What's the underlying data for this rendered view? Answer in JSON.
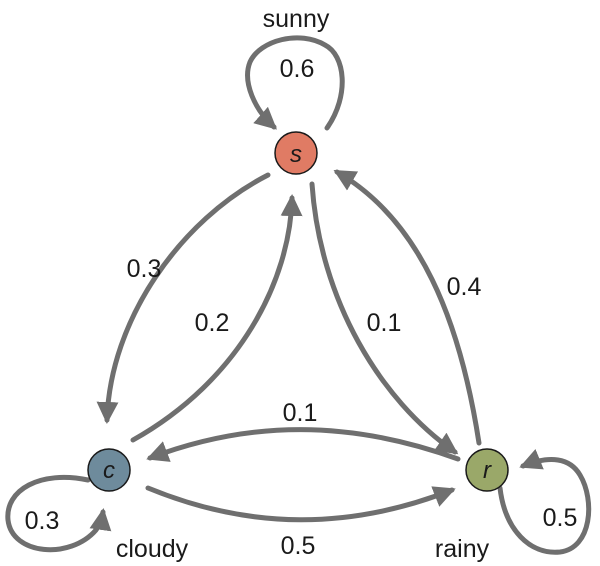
{
  "nodes": {
    "s": {
      "letter": "s",
      "name": "sunny",
      "color": "#e07b64"
    },
    "c": {
      "letter": "c",
      "name": "cloudy",
      "color": "#6e8b9c"
    },
    "r": {
      "letter": "r",
      "name": "rainy",
      "color": "#9aa869"
    }
  },
  "edges": {
    "s_s": {
      "from": "s",
      "to": "s",
      "prob": "0.6"
    },
    "s_c": {
      "from": "s",
      "to": "c",
      "prob": "0.3"
    },
    "c_s": {
      "from": "c",
      "to": "s",
      "prob": "0.2"
    },
    "s_r": {
      "from": "s",
      "to": "r",
      "prob": "0.1"
    },
    "r_s": {
      "from": "r",
      "to": "s",
      "prob": "0.4"
    },
    "r_c": {
      "from": "r",
      "to": "c",
      "prob": "0.1"
    },
    "c_r": {
      "from": "c",
      "to": "r",
      "prob": "0.5"
    },
    "c_c": {
      "from": "c",
      "to": "c",
      "prob": "0.3"
    },
    "r_r": {
      "from": "r",
      "to": "r",
      "prob": "0.5"
    }
  },
  "colors": {
    "edge": "#6f6f6f",
    "node_outline": "#1a1a1a",
    "text": "#1a1a1a"
  }
}
